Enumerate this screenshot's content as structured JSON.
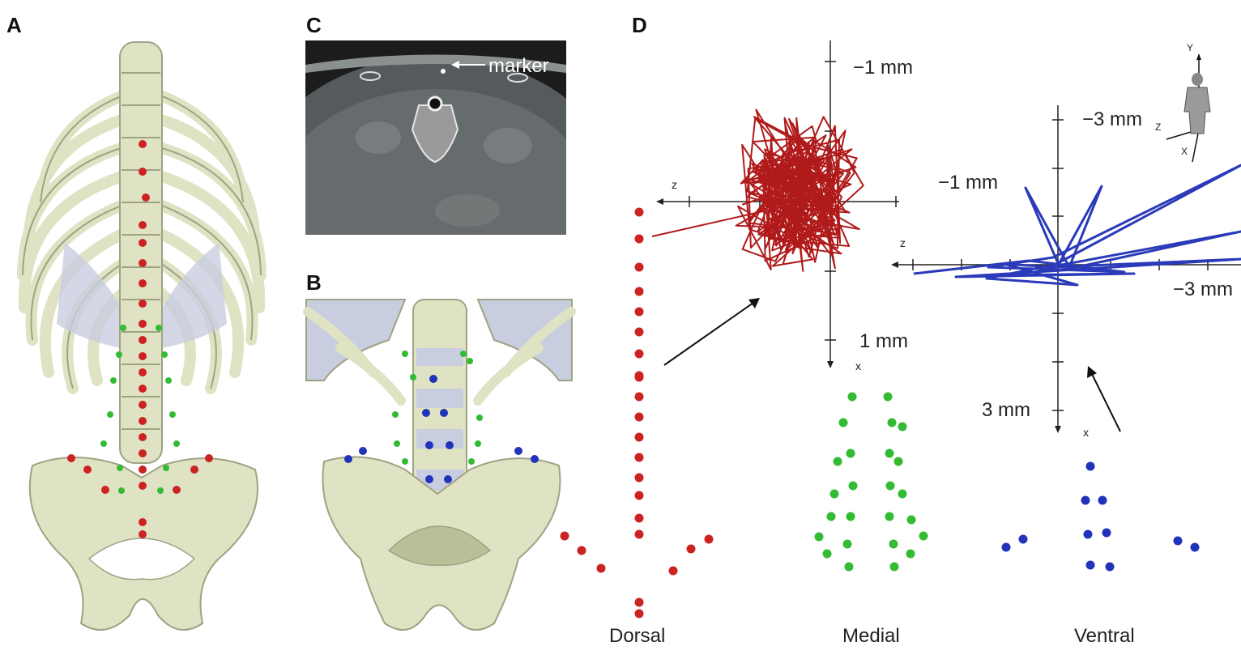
{
  "panels": {
    "a": "A",
    "b": "B",
    "c": "C",
    "d": "D"
  },
  "panel_c": {
    "marker_label": "marker"
  },
  "panel_d": {
    "red_plot": {
      "y_top": "−1 mm",
      "z_right": "−1 mm",
      "y_bottom": "1 mm",
      "z_axis": "z",
      "x_axis": "x"
    },
    "blue_plot": {
      "y_top": "−3 mm",
      "z_right": "−3 mm",
      "y_bottom": "3 mm",
      "z_axis": "z",
      "x_axis": "x"
    },
    "orientation": {
      "y": "Y",
      "z": "Z",
      "x": "X"
    },
    "groups": [
      "Dorsal",
      "Medial",
      "Ventral"
    ]
  },
  "colors": {
    "bone": "#dfe3c3",
    "bone_shade": "#b9bf97",
    "dorsal": "#cc2222",
    "medial": "#33bb33",
    "ventral": "#2233bb",
    "trace_red": "#b01a1a",
    "trace_blue": "#2a3ab8"
  }
}
